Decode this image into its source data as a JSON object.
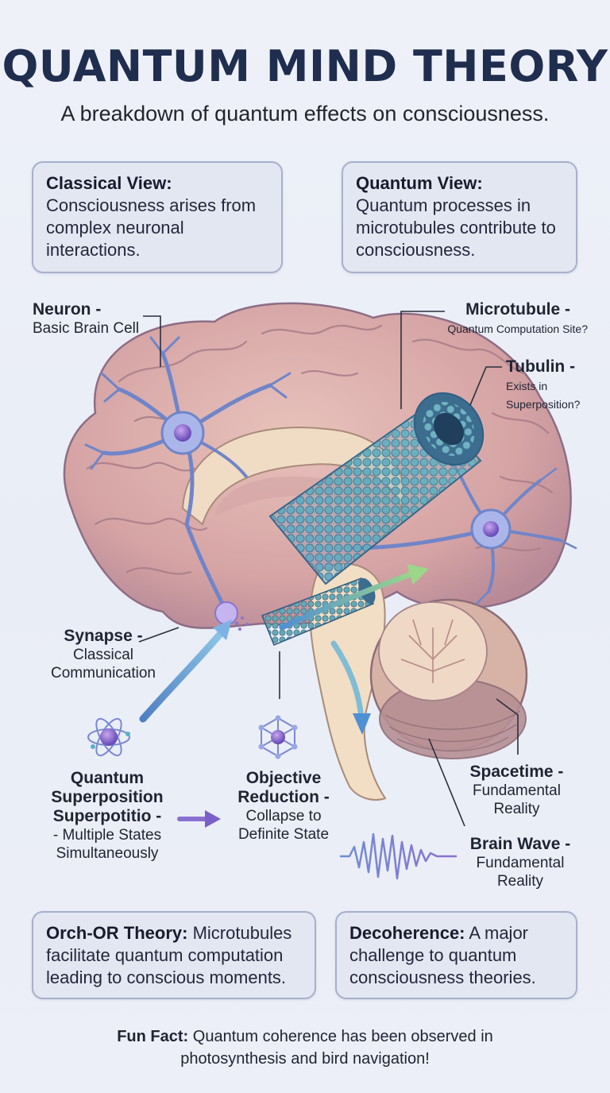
{
  "title": "QUANTUM MIND THEORY",
  "subtitle": "A breakdown of quantum effects on consciousness.",
  "views": {
    "classical": {
      "heading": "Classical View:",
      "body": "Consciousness arises from complex neuronal interactions."
    },
    "quantum": {
      "heading": "Quantum View:",
      "body": "Quantum processes in microtubules contribute to consciousness."
    }
  },
  "labels": {
    "neuron": {
      "name": "Neuron -",
      "desc": "Basic Brain Cell"
    },
    "microtubule": {
      "name": "Microtubule -",
      "desc": "Quantum Computation Site?"
    },
    "tubulin": {
      "name": "Tubulin -",
      "desc1": "Exists in",
      "desc2": "Superposition?"
    },
    "synapse": {
      "name": "Synapse -",
      "desc1": "Classical",
      "desc2": "Communication"
    },
    "superposition": {
      "line1": "Quantum",
      "line2": "Superposition",
      "line3": "Superpotitio -",
      "line4": "- Multiple States",
      "line5": "Simultaneously"
    },
    "reduction": {
      "line1": "Objective",
      "line2": "Reduction -",
      "line3": "Collapse to",
      "line4": "Definite State"
    },
    "spacetime": {
      "name": "Spacetime -",
      "desc1": "Fundamental",
      "desc2": "Reality"
    },
    "brainwave": {
      "name": "Brain Wave -",
      "desc1": "Fundamental",
      "desc2": "Reality"
    }
  },
  "bottom": {
    "orch": {
      "heading": "Orch-OR Theory:",
      "body": "Microtubules facilitate quantum computation leading to conscious moments."
    },
    "decoherence": {
      "heading": "Decoherence:",
      "body": "A major challenge to quantum consciousness theories."
    }
  },
  "fun_fact": {
    "heading": "Fun Fact:",
    "line1": "Quantum coherence has been observed in",
    "line2": "photosynthesis and bird navigation!"
  },
  "colors": {
    "title": "#1f2d4e",
    "brain": "#d9a8a2",
    "neuron": "#7d8fd0",
    "microtubule": "#4f8fa8",
    "box_bg": "#e3e7f2",
    "box_border": "#a7b0cc"
  }
}
